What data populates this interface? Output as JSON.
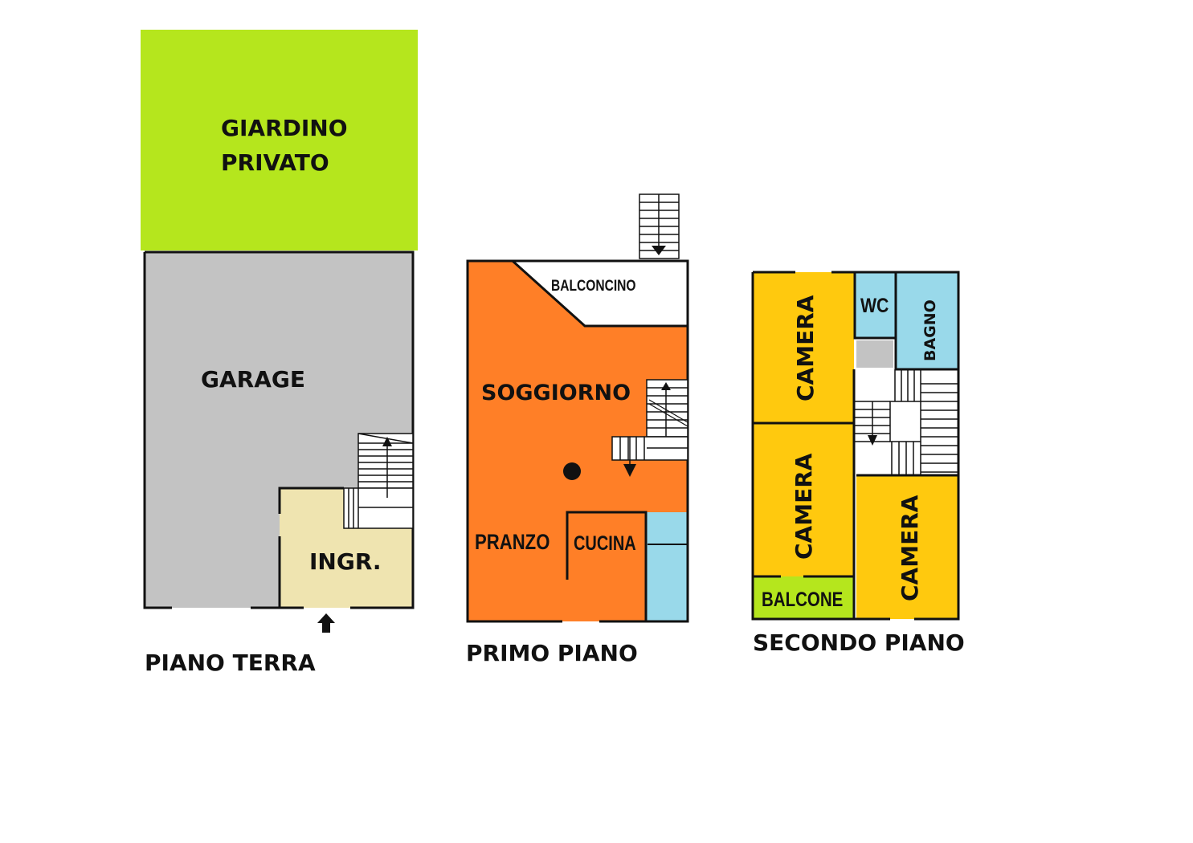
{
  "floors": {
    "ground": {
      "title": "PIANO TERRA",
      "rooms": {
        "garden_line1": "GIARDINO",
        "garden_line2": "PRIVATO",
        "garage": "GARAGE",
        "entrance": "INGR."
      }
    },
    "first": {
      "title": "PRIMO PIANO",
      "rooms": {
        "balcony": "BALCONCINO",
        "living": "SOGGIORNO",
        "dining": "PRANZO",
        "kitchen": "CUCINA"
      }
    },
    "second": {
      "title": "SECONDO PIANO",
      "rooms": {
        "bedroom_1": "CAMERA",
        "bedroom_2": "CAMERA",
        "bedroom_3": "CAMERA",
        "wc": "WC",
        "bathroom": "BAGNO",
        "balcony": "BALCONE"
      }
    }
  },
  "colors": {
    "garden": "#b5e61d",
    "garage": "#c3c3c3",
    "entrance": "#efe4b0",
    "first_floor": "#ff7f27",
    "bedroom": "#ffc90e",
    "bath": "#99d9ea",
    "balcony": "#b5e61d",
    "landing": "#c3c3c3",
    "walls": "#111111"
  },
  "icons": [
    "entry-arrow-icon",
    "stair-up-arrow-icon",
    "stair-down-arrow-icon",
    "column-dot-icon"
  ]
}
